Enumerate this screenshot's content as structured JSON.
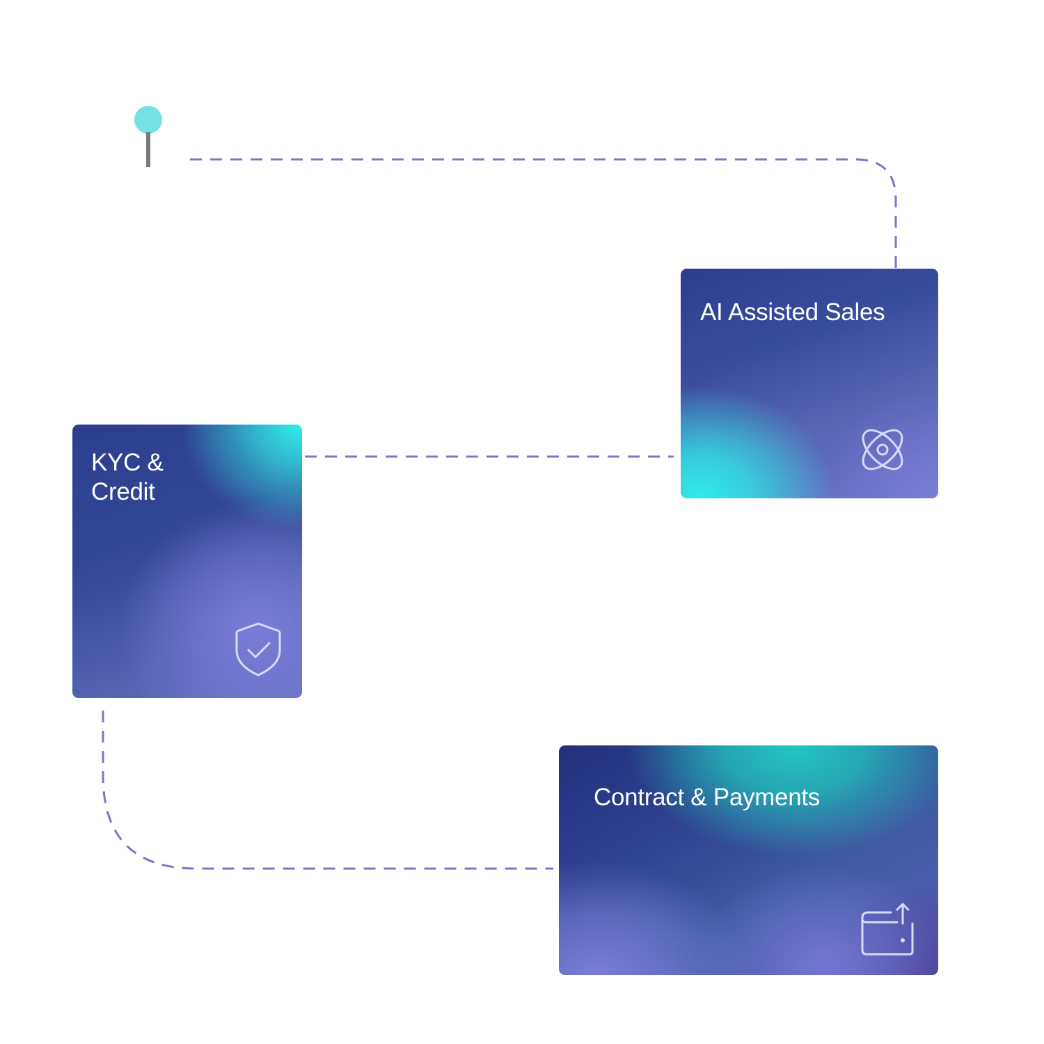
{
  "diagram": {
    "line_color": "#7479c9",
    "pin_color": "#74e2e4",
    "pin_stem_color": "#7a7a7a",
    "cards": [
      {
        "id": "ai-assisted-sales",
        "title": "AI Assisted Sales",
        "icon": "atom-icon"
      },
      {
        "id": "kyc-credit",
        "title": "KYC &\nCredit",
        "icon": "shield-check-icon"
      },
      {
        "id": "contract-payments",
        "title": "Contract & Payments",
        "icon": "wallet-upload-icon"
      }
    ],
    "connections": [
      {
        "from": "start-pin",
        "to": "ai-assisted-sales"
      },
      {
        "from": "ai-assisted-sales",
        "to": "kyc-credit"
      },
      {
        "from": "kyc-credit",
        "to": "contract-payments"
      }
    ]
  }
}
